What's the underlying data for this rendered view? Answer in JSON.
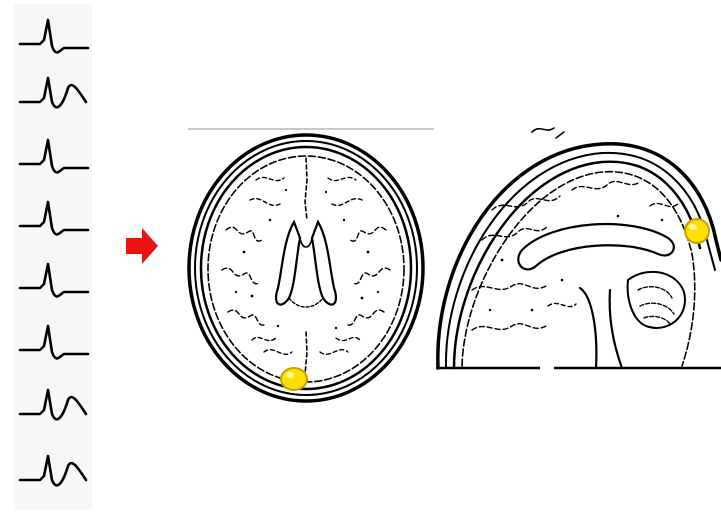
{
  "figure": {
    "colors": {
      "trace": "#000000",
      "arrow": "#ee1111",
      "marker_fill": "#ffe000",
      "marker_edge": "#c8a000",
      "strip_background": "#f7f7f7"
    },
    "traces": [
      {
        "shape": "sharp"
      },
      {
        "shape": "wave"
      },
      {
        "shape": "sharp"
      },
      {
        "shape": "sharp"
      },
      {
        "shape": "sharp"
      },
      {
        "shape": "sharp"
      },
      {
        "shape": "wave"
      },
      {
        "shape": "wave"
      }
    ],
    "arrow_icon": "right-arrow-icon",
    "views": [
      {
        "name": "axial",
        "marker_icon": "yellow-dot-icon"
      },
      {
        "name": "sagittal",
        "marker_icon": "yellow-dot-icon"
      }
    ]
  }
}
